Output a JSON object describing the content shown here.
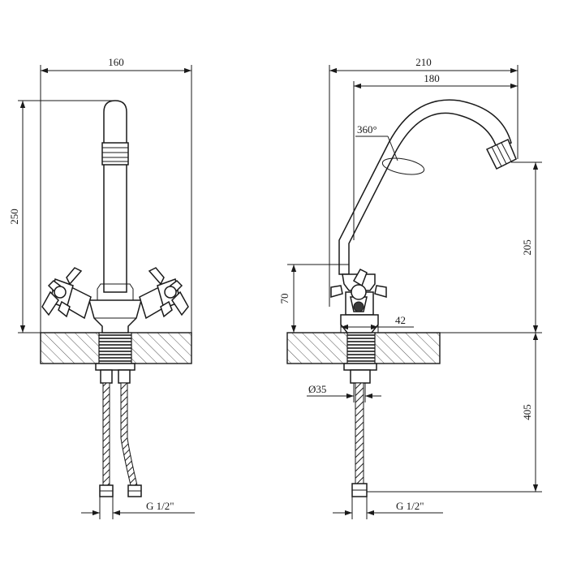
{
  "front_view": {
    "width_label": "160",
    "height_label": "250",
    "thread_label": "G 1/2\""
  },
  "side_view": {
    "reach_label": "210",
    "spout_label": "180",
    "rotation_label": "360°",
    "spout_height_label": "205",
    "handle_height_label": "70",
    "base_width_label": "42",
    "hole_diameter_label": "Ø35",
    "hose_length_label": "405",
    "thread_label": "G 1/2\""
  },
  "colors": {
    "line": "#1a1a1a",
    "background": "#ffffff",
    "hatch": "#555555"
  },
  "icons": {
    "arrow": "dimension-arrow-icon"
  }
}
